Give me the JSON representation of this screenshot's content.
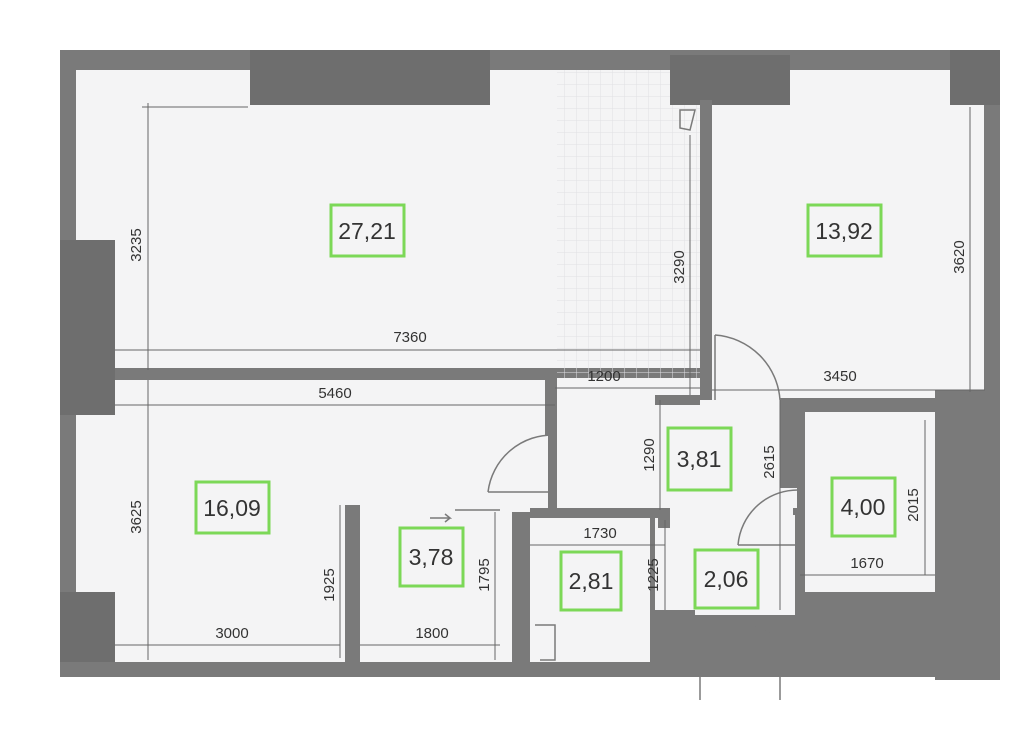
{
  "rooms": [
    {
      "id": "living",
      "area": "27,21"
    },
    {
      "id": "bedroom-right",
      "area": "13,92"
    },
    {
      "id": "bedroom-left",
      "area": "16,09"
    },
    {
      "id": "hall",
      "area": "3,81"
    },
    {
      "id": "bathroom",
      "area": "4,00"
    },
    {
      "id": "wc",
      "area": "3,78"
    },
    {
      "id": "storage",
      "area": "2,81"
    },
    {
      "id": "entry",
      "area": "2,06"
    }
  ],
  "dimensions": [
    {
      "id": "living-height",
      "value": "3235"
    },
    {
      "id": "living-balcony-height",
      "value": "3290"
    },
    {
      "id": "living-width",
      "value": "7360"
    },
    {
      "id": "bedroom-right-height",
      "value": "3620"
    },
    {
      "id": "bedroom-right-width",
      "value": "3450"
    },
    {
      "id": "hall-top-width",
      "value": "1200"
    },
    {
      "id": "bedroom-left-top-width",
      "value": "5460"
    },
    {
      "id": "hall-height",
      "value": "1290"
    },
    {
      "id": "hall-right-height",
      "value": "2615"
    },
    {
      "id": "bathroom-height",
      "value": "2015"
    },
    {
      "id": "bathroom-width",
      "value": "1670"
    },
    {
      "id": "bedroom-left-height",
      "value": "3625"
    },
    {
      "id": "bedroom-left-lower-height",
      "value": "1925"
    },
    {
      "id": "bedroom-left-width",
      "value": "3000"
    },
    {
      "id": "wc-width",
      "value": "1800"
    },
    {
      "id": "wc-height",
      "value": "1795"
    },
    {
      "id": "storage-width",
      "value": "1730"
    },
    {
      "id": "storage-height",
      "value": "1225"
    }
  ],
  "colors": {
    "wall": "#7a7a7a",
    "floor": "#f4f4f5",
    "area_box": "#7cd857",
    "text": "#333333"
  }
}
